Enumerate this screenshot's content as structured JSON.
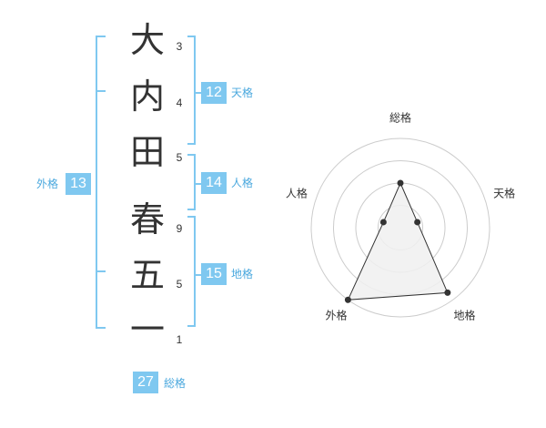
{
  "name": {
    "chars": [
      {
        "char": "大",
        "strokes": "3"
      },
      {
        "char": "内",
        "strokes": "4"
      },
      {
        "char": "田",
        "strokes": "5"
      },
      {
        "char": "春",
        "strokes": "9"
      },
      {
        "char": "五",
        "strokes": "5"
      },
      {
        "char": "一",
        "strokes": "1"
      }
    ]
  },
  "fortune": {
    "tenkaku": {
      "value": "12",
      "label": "天格"
    },
    "jinkaku": {
      "value": "14",
      "label": "人格"
    },
    "chikaku": {
      "value": "15",
      "label": "地格"
    },
    "gaikaku": {
      "value": "13",
      "label": "外格"
    },
    "soukaku": {
      "value": "27",
      "label": "総格"
    }
  },
  "chart_data": {
    "type": "radar",
    "axes": [
      "総格",
      "天格",
      "地格",
      "外格",
      "人格"
    ],
    "values": [
      0.5,
      0.2,
      0.9,
      1.0,
      0.2
    ],
    "rings": 4,
    "colors": {
      "ring": "#cccccc",
      "line": "#333333",
      "fill": "#f0f0f0",
      "point": "#333333"
    }
  }
}
